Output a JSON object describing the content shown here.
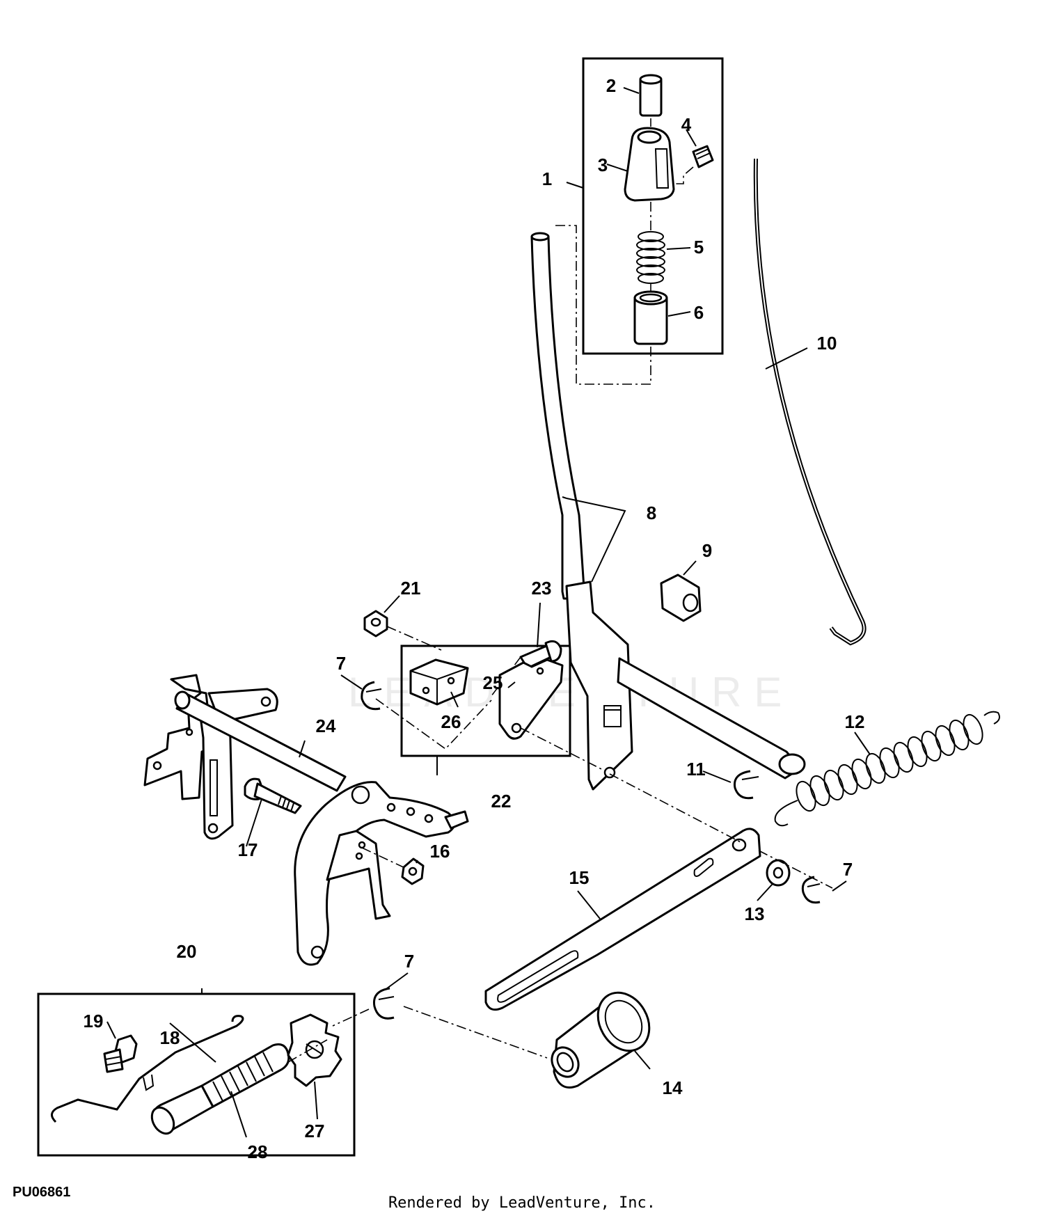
{
  "diagram": {
    "id_code": "PU06861",
    "credit": "Rendered by LeadVenture, Inc.",
    "watermark": "LEADVENTURE",
    "callouts": {
      "c1": "1",
      "c2": "2",
      "c3": "3",
      "c4": "4",
      "c5": "5",
      "c6": "6",
      "c7a": "7",
      "c7b": "7",
      "c7c": "7",
      "c8": "8",
      "c9": "9",
      "c10": "10",
      "c11": "11",
      "c12": "12",
      "c13": "13",
      "c14": "14",
      "c15": "15",
      "c16": "16",
      "c17": "17",
      "c18": "18",
      "c19": "19",
      "c20": "20",
      "c21": "21",
      "c22": "22",
      "c23": "23",
      "c24": "24",
      "c25": "25",
      "c26": "26",
      "c27": "27",
      "c28": "28"
    }
  }
}
